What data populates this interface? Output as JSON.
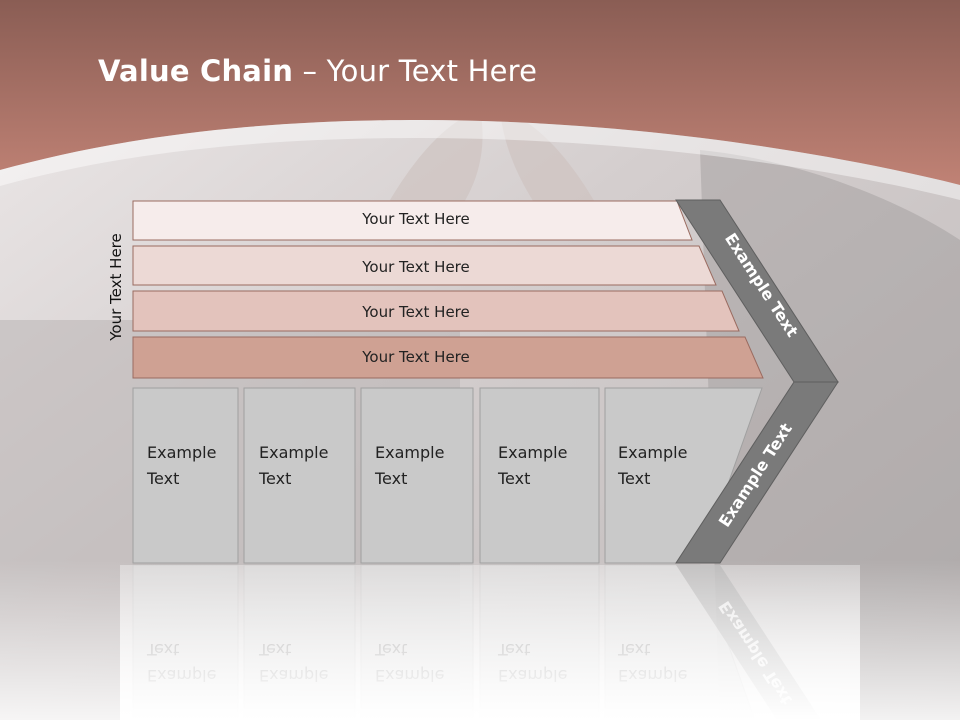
{
  "title": {
    "bold": "Value Chain",
    "rest": " – Your Text Here"
  },
  "vertical_label": "Your Text Here",
  "rows": [
    {
      "label": "Your Text Here",
      "color": "#f6eceb"
    },
    {
      "label": "Your Text Here",
      "color": "#ecd9d5"
    },
    {
      "label": "Your Text Here",
      "color": "#e3c3bc"
    },
    {
      "label": "Your Text Here",
      "color": "#cfa193"
    }
  ],
  "columns": [
    {
      "line1": "Example",
      "line2": "Text"
    },
    {
      "line1": "Example",
      "line2": "Text"
    },
    {
      "line1": "Example",
      "line2": "Text"
    },
    {
      "line1": "Example",
      "line2": "Text"
    },
    {
      "line1": "Example",
      "line2": "Text"
    }
  ],
  "chevron": {
    "top_label": "Example Text",
    "bottom_label": "Example Text"
  },
  "colors": {
    "header": "#b57b6e",
    "chevron": "#7a7a7a",
    "column": "#c8c8c8",
    "row_border": "#9a6b60"
  }
}
